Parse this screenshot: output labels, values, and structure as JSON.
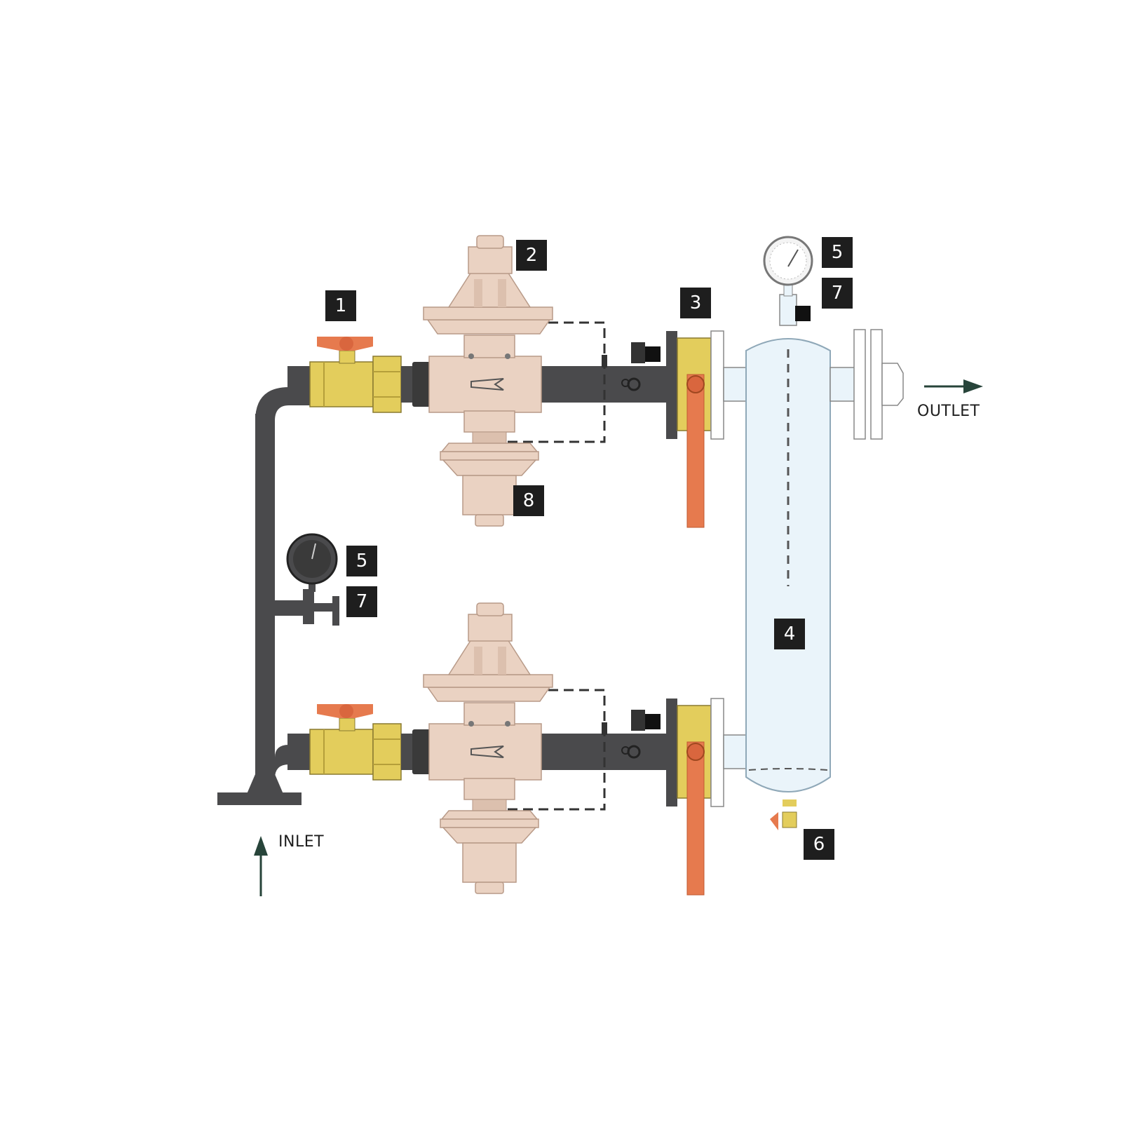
{
  "labels": {
    "inlet": "INLET",
    "outlet": "OUTLET"
  },
  "callouts": {
    "ball_valve": "1",
    "pressure_reducer": "2",
    "lever_valve": "3",
    "filter_vessel": "4",
    "gauge_top": "5",
    "gauge_side": "5",
    "gauge_valve_top": "7",
    "gauge_valve_side": "7",
    "drain_valve": "6",
    "reducer_bottom": "8"
  },
  "colors": {
    "pipe": "#4a4a4c",
    "brass": "#e3cd5c",
    "regulator_body": "#ead2c2",
    "valve_handle": "#e67a4e",
    "vessel": "#eaf4fa",
    "arrow": "#27443a",
    "tag_bg": "#1e1e1e"
  }
}
